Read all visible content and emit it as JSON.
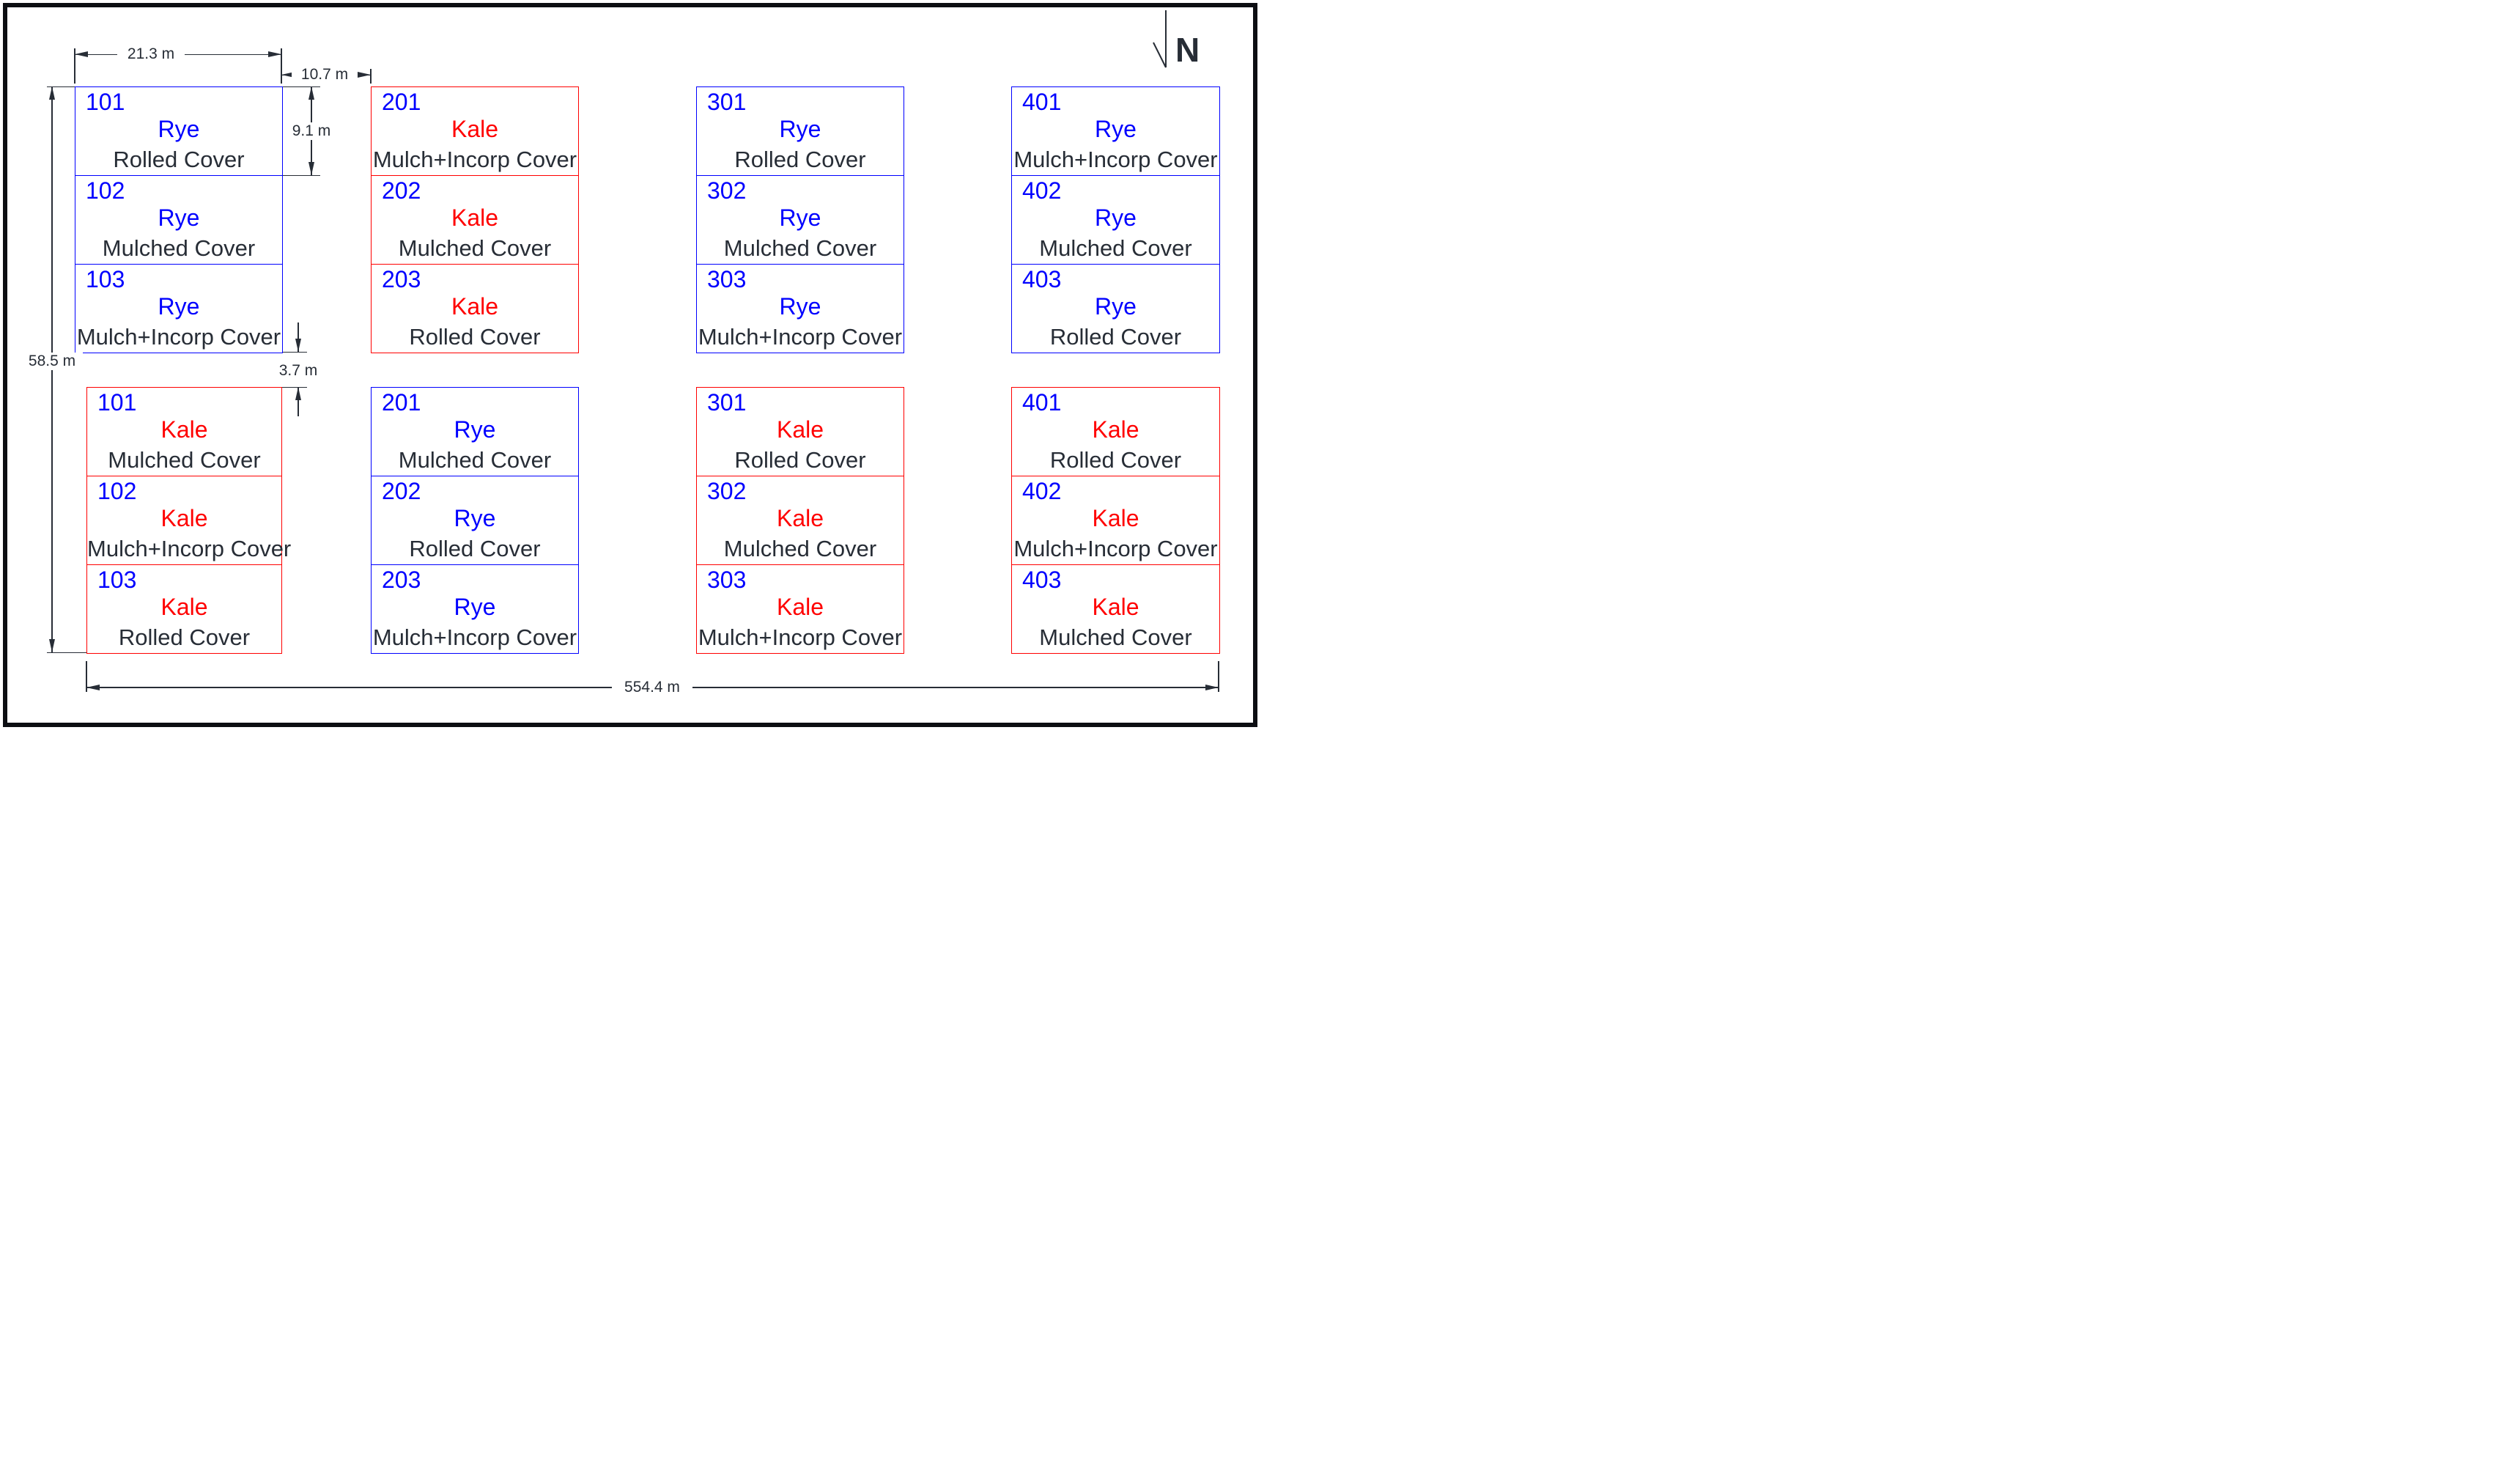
{
  "north_label": "N",
  "colors": {
    "plot_number_blue": "#0000ff",
    "rye_blue": "#0000ff",
    "kale_red": "#ff0000",
    "block_border_blue": "#0000ff",
    "block_border_red": "#ff0000",
    "line_ink": "#272d36"
  },
  "dimensions": {
    "plot_width": "21.3 m",
    "block_gap": "10.7 m",
    "plot_height": "9.1 m",
    "row_gap": "3.7 m",
    "field_height": "58.5 m",
    "field_width": "554.4 m"
  },
  "blocks": [
    {
      "id": "top-1",
      "border_color": "#0000ff",
      "plots": [
        {
          "num": "101",
          "species": "Rye",
          "species_color": "#0000ff",
          "cover": "Rolled Cover"
        },
        {
          "num": "102",
          "species": "Rye",
          "species_color": "#0000ff",
          "cover": "Mulched Cover"
        },
        {
          "num": "103",
          "species": "Rye",
          "species_color": "#0000ff",
          "cover": "Mulch+Incorp Cover"
        }
      ]
    },
    {
      "id": "top-2",
      "border_color": "#ff0000",
      "plots": [
        {
          "num": "201",
          "species": "Kale",
          "species_color": "#ff0000",
          "cover": "Mulch+Incorp Cover"
        },
        {
          "num": "202",
          "species": "Kale",
          "species_color": "#ff0000",
          "cover": "Mulched Cover"
        },
        {
          "num": "203",
          "species": "Kale",
          "species_color": "#ff0000",
          "cover": "Rolled Cover"
        }
      ]
    },
    {
      "id": "top-3",
      "border_color": "#0000ff",
      "plots": [
        {
          "num": "301",
          "species": "Rye",
          "species_color": "#0000ff",
          "cover": "Rolled Cover"
        },
        {
          "num": "302",
          "species": "Rye",
          "species_color": "#0000ff",
          "cover": "Mulched Cover"
        },
        {
          "num": "303",
          "species": "Rye",
          "species_color": "#0000ff",
          "cover": "Mulch+Incorp Cover"
        }
      ]
    },
    {
      "id": "top-4",
      "border_color": "#0000ff",
      "plots": [
        {
          "num": "401",
          "species": "Rye",
          "species_color": "#0000ff",
          "cover": "Mulch+Incorp Cover"
        },
        {
          "num": "402",
          "species": "Rye",
          "species_color": "#0000ff",
          "cover": "Mulched Cover"
        },
        {
          "num": "403",
          "species": "Rye",
          "species_color": "#0000ff",
          "cover": "Rolled Cover"
        }
      ]
    },
    {
      "id": "bottom-1",
      "border_color": "#ff0000",
      "plots": [
        {
          "num": "101",
          "species": "Kale",
          "species_color": "#ff0000",
          "cover": "Mulched Cover"
        },
        {
          "num": "102",
          "species": "Kale",
          "species_color": "#ff0000",
          "cover": "Mulch+Incorp Cover"
        },
        {
          "num": "103",
          "species": "Kale",
          "species_color": "#ff0000",
          "cover": "Rolled Cover"
        }
      ]
    },
    {
      "id": "bottom-2",
      "border_color": "#0000ff",
      "plots": [
        {
          "num": "201",
          "species": "Rye",
          "species_color": "#0000ff",
          "cover": "Mulched Cover"
        },
        {
          "num": "202",
          "species": "Rye",
          "species_color": "#0000ff",
          "cover": "Rolled Cover"
        },
        {
          "num": "203",
          "species": "Rye",
          "species_color": "#0000ff",
          "cover": "Mulch+Incorp Cover"
        }
      ]
    },
    {
      "id": "bottom-3",
      "border_color": "#ff0000",
      "plots": [
        {
          "num": "301",
          "species": "Kale",
          "species_color": "#ff0000",
          "cover": "Rolled Cover"
        },
        {
          "num": "302",
          "species": "Kale",
          "species_color": "#ff0000",
          "cover": "Mulched Cover"
        },
        {
          "num": "303",
          "species": "Kale",
          "species_color": "#ff0000",
          "cover": "Mulch+Incorp Cover"
        }
      ]
    },
    {
      "id": "bottom-4",
      "border_color": "#ff0000",
      "plots": [
        {
          "num": "401",
          "species": "Kale",
          "species_color": "#ff0000",
          "cover": "Rolled Cover"
        },
        {
          "num": "402",
          "species": "Kale",
          "species_color": "#ff0000",
          "cover": "Mulch+Incorp Cover"
        },
        {
          "num": "403",
          "species": "Kale",
          "species_color": "#ff0000",
          "cover": "Mulched Cover"
        }
      ]
    }
  ]
}
